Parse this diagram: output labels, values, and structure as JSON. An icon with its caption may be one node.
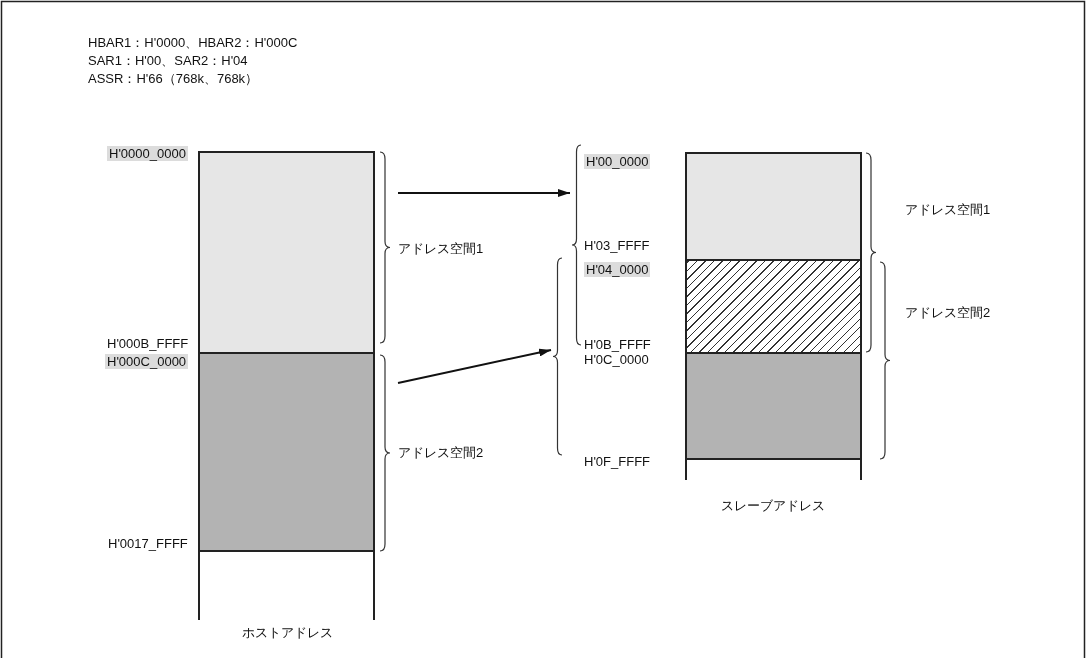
{
  "diagram": {
    "nodes": [
      {
        "text": [],
        "shape": "box"
      },
      {
        "text": [],
        "shape": "box"
      },
      {
        "text": [],
        "shape": "bracket",
        "beside": [
          "アドレス空間1"
        ]
      },
      {
        "text": [],
        "shape": "bracket",
        "beside": [
          "アドレス空間2"
        ]
      },
      {
        "text": [],
        "shape": "bracket"
      },
      {
        "text": [],
        "shape": "bracket"
      },
      {
        "text": [],
        "shape": "box"
      },
      {
        "text": [],
        "shape": "box"
      },
      {
        "text": [],
        "shape": "box"
      },
      {
        "text": [],
        "shape": "bracket",
        "beside": [
          "アドレス空間1"
        ]
      },
      {
        "text": [],
        "shape": "bracket",
        "beside": [
          "アドレス空間2"
        ]
      }
    ],
    "edges": [
      {
        "from": 2,
        "to": 4,
        "arrow": "to"
      },
      {
        "from": 3,
        "to": 5,
        "arrow": "to"
      }
    ],
    "labels": [
      "HBAR1：H'0000、HBAR2：H'000C",
      "SAR1：H'00、SAR2：H'04",
      "ASSR：H'66（768k、768k）",
      "H'0000_0000",
      "H'000B_FFFF",
      "H'000C_0000",
      "H'0017_FFFF",
      "ホストアドレス",
      "H'00_0000",
      "H'03_FFFF",
      "H'04_0000",
      "H'0B_FFFF",
      "H'0C_0000",
      "H'0F_FFFF",
      "スレーブアドレス"
    ]
  }
}
